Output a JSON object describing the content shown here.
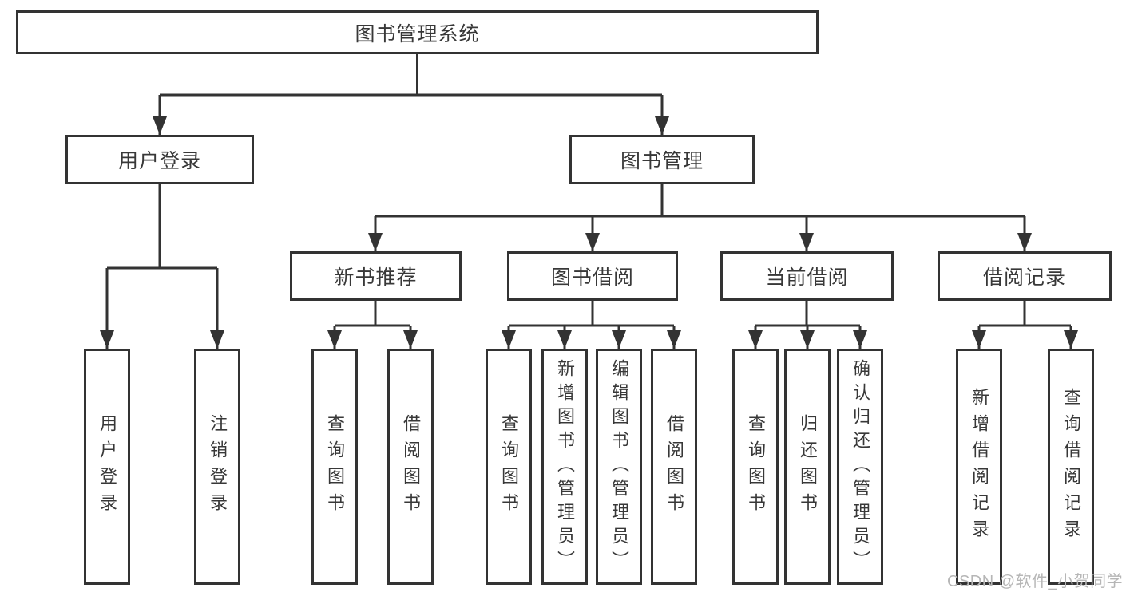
{
  "tree": {
    "root": {
      "label": "图书管理系统"
    },
    "branches": [
      {
        "label": "用户登录",
        "leaves": [
          {
            "label": "用户登录"
          },
          {
            "label": "注销登录"
          }
        ]
      },
      {
        "label": "图书管理",
        "groups": [
          {
            "label": "新书推荐",
            "leaves": [
              {
                "label": "查询图书"
              },
              {
                "label": "借阅图书"
              }
            ]
          },
          {
            "label": "图书借阅",
            "leaves": [
              {
                "label": "查询图书"
              },
              {
                "label": "新增图书（管理员）"
              },
              {
                "label": "编辑图书（管理员）"
              },
              {
                "label": "借阅图书"
              }
            ]
          },
          {
            "label": "当前借阅",
            "leaves": [
              {
                "label": "查询图书"
              },
              {
                "label": "归还图书"
              },
              {
                "label": "确认归还（管理员）"
              }
            ]
          },
          {
            "label": "借阅记录",
            "leaves": [
              {
                "label": "新增借阅记录"
              },
              {
                "label": "查询借阅记录"
              }
            ]
          }
        ]
      }
    ]
  },
  "watermark": {
    "text": "CSDN @软件_小贺同学"
  },
  "colors": {
    "line": "#333333",
    "box_border": "#333333",
    "box_background": "#ffffff",
    "text": "#383838",
    "watermark": "#b6b6b6",
    "page_background": "#ffffff"
  }
}
